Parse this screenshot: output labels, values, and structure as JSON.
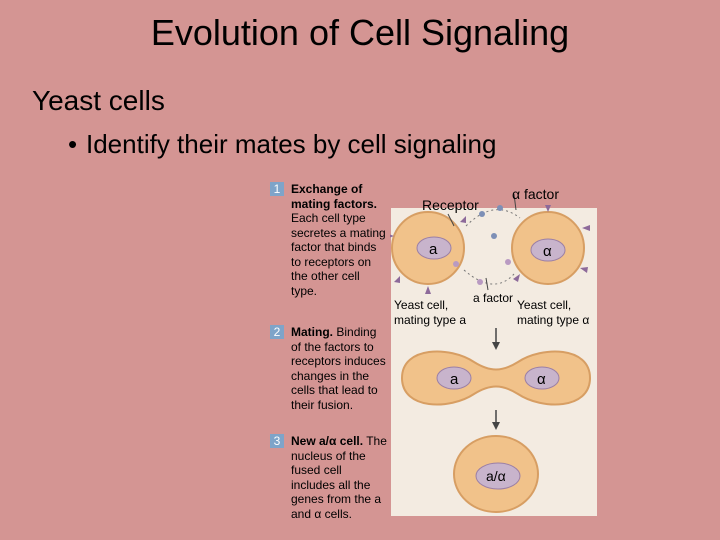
{
  "slide": {
    "title": "Evolution of Cell Signaling",
    "subtitle": "Yeast cells",
    "bullet": "Identify their mates by cell signaling"
  },
  "steps": [
    {
      "number": "1",
      "bold": "Exchange of mating factors.",
      "text": "Each cell type secretes a mating factor that binds to receptors on the other cell type."
    },
    {
      "number": "2",
      "bold": "Mating.",
      "text": "Binding of the factors to receptors induces changes in the cells that lead to their fusion."
    },
    {
      "number": "3",
      "bold": "New a/α cell.",
      "text": "The nucleus of the fused cell includes all the genes from the a and α cells."
    }
  ],
  "diagram": {
    "alpha_factor_top": "α factor",
    "receptor": "Receptor",
    "a_factor": "a factor",
    "cell_a_label": "a",
    "cell_alpha_label": "α",
    "yeast_a_line1": "Yeast cell,",
    "yeast_a_line2": "mating type a",
    "yeast_alpha_line1": "Yeast cell,",
    "yeast_alpha_line2": "mating type α",
    "fusing_a": "a",
    "fusing_alpha": "α",
    "fused_label": "a/α"
  },
  "colors": {
    "background": "#d49593",
    "panel": "#f3ebe1",
    "cell": "#f1c28a",
    "nucleus": "#c8b4cc",
    "step_badge": "#7ea4c9"
  }
}
